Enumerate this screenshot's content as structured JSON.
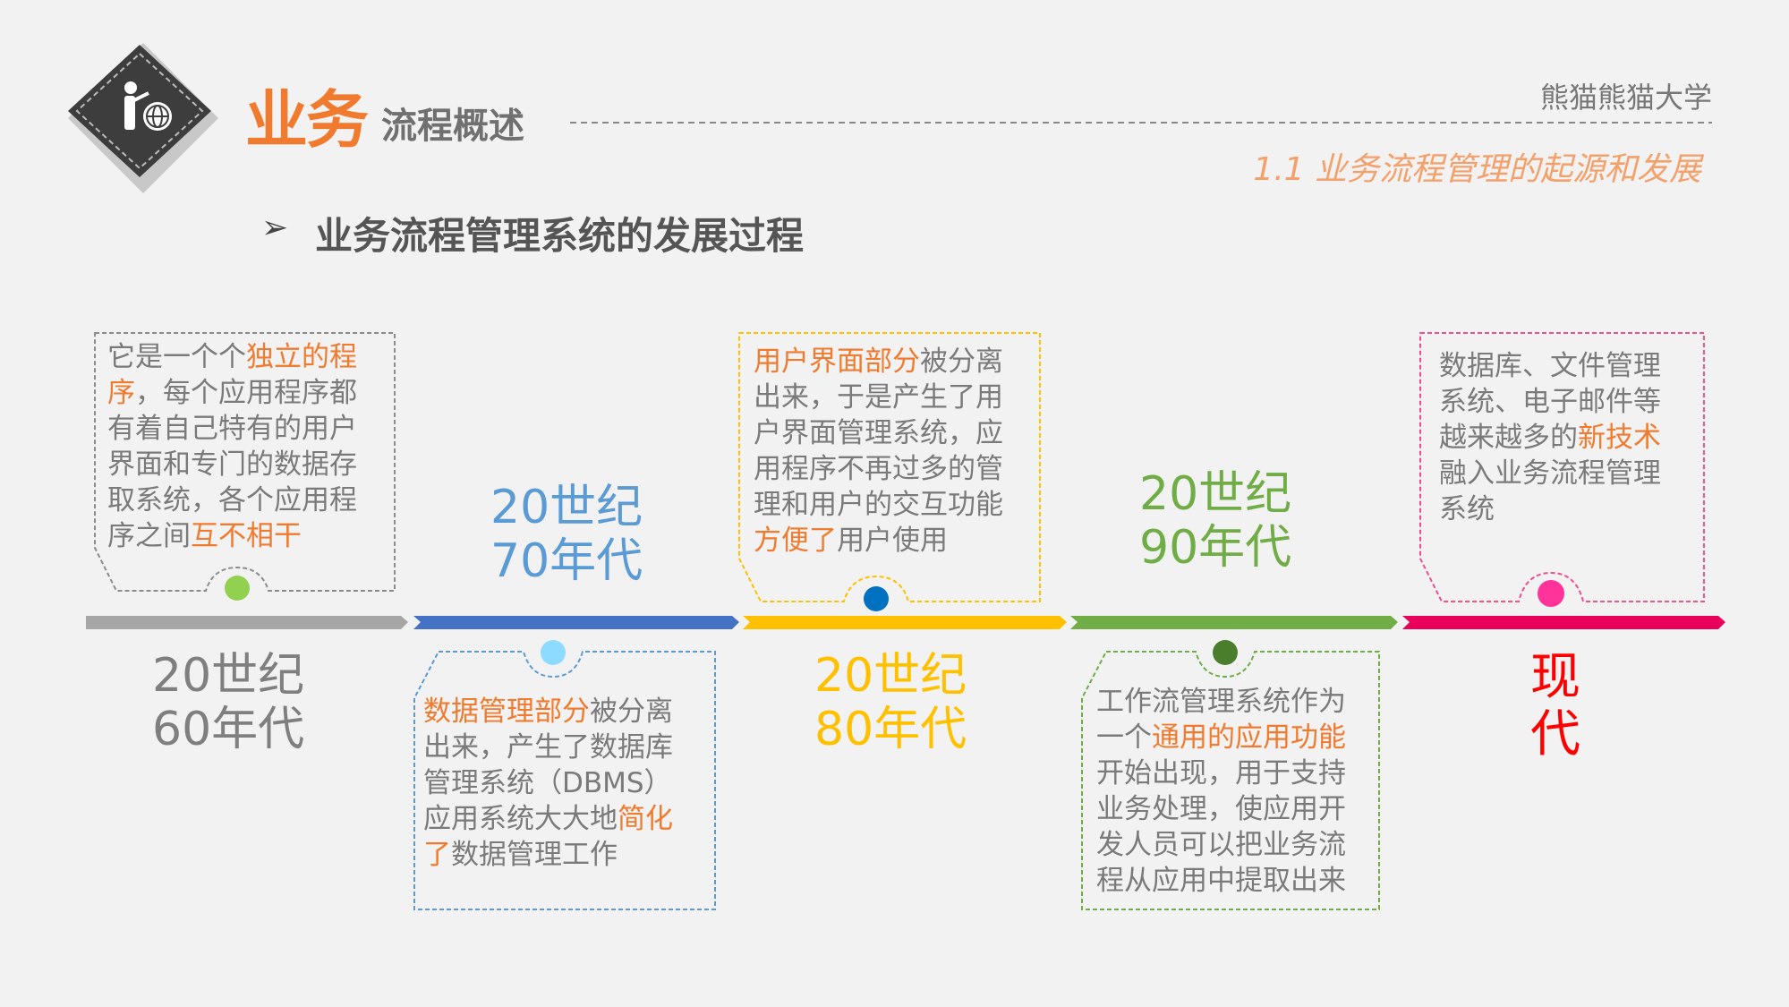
{
  "header": {
    "title_main": "业务",
    "title_sub": "流程概述",
    "brand": "熊猫熊猫大学",
    "section": "1.1 业务流程管理的起源和发展",
    "icon": "presenter-globe-icon"
  },
  "heading": {
    "bullet": "➢",
    "text": "业务流程管理系统的发展过程"
  },
  "colors": {
    "accent": "#f07b2f",
    "gray": "#a6a6a6",
    "blue": "#4472c4",
    "yellow": "#ffc000",
    "green": "#70ad47",
    "pink": "#e8005a"
  },
  "eras": [
    {
      "line1": "20世纪",
      "line2": "60年代",
      "color": "#7f7f7f"
    },
    {
      "line1": "20世纪",
      "line2": "70年代",
      "color": "#5b9bd5"
    },
    {
      "line1": "20世纪",
      "line2": "80年代",
      "color": "#ffc000"
    },
    {
      "line1": "20世纪",
      "line2": "90年代",
      "color": "#70ad47"
    },
    {
      "line1": "现",
      "line2": "代",
      "color": "#ff0000"
    }
  ],
  "boxes": [
    {
      "lines": [
        [
          {
            "t": "它是一个个"
          },
          {
            "t": "独立的程",
            "hl": true
          }
        ],
        [
          {
            "t": "序",
            "hl": true
          },
          {
            "t": "，每个应用程序都"
          }
        ],
        [
          {
            "t": "有着自己特有的用户"
          }
        ],
        [
          {
            "t": "界面和专门的数据存"
          }
        ],
        [
          {
            "t": "取系统，各个应用程"
          }
        ],
        [
          {
            "t": "序之间"
          },
          {
            "t": "互不相干",
            "hl": true
          }
        ]
      ]
    },
    {
      "lines": [
        [
          {
            "t": "数据管理部分",
            "hl": true
          },
          {
            "t": "被分离"
          }
        ],
        [
          {
            "t": "出来，产生了数据库"
          }
        ],
        [
          {
            "t": "管理系统（DBMS）"
          }
        ],
        [
          {
            "t": "应用系统大大地"
          },
          {
            "t": "简化",
            "hl": true
          }
        ],
        [
          {
            "t": "了",
            "hl": true
          },
          {
            "t": "数据管理工作"
          }
        ]
      ]
    },
    {
      "lines": [
        [
          {
            "t": "用户界面部分",
            "hl": true
          },
          {
            "t": "被分离"
          }
        ],
        [
          {
            "t": "出来，于是产生了用"
          }
        ],
        [
          {
            "t": "户界面管理系统，应"
          }
        ],
        [
          {
            "t": "用程序不再过多的管"
          }
        ],
        [
          {
            "t": "理和用户的交互功能"
          }
        ],
        [
          {
            "t": "方便了",
            "hl": true
          },
          {
            "t": "用户使用"
          }
        ]
      ]
    },
    {
      "lines": [
        [
          {
            "t": "工作流管理系统作为"
          }
        ],
        [
          {
            "t": "一个"
          },
          {
            "t": "通用的应用功能",
            "hl": true
          }
        ],
        [
          {
            "t": "开始出现，用于支持"
          }
        ],
        [
          {
            "t": "业务处理，使应用开"
          }
        ],
        [
          {
            "t": "发人员可以把业务流"
          }
        ],
        [
          {
            "t": "程从应用中提取出来"
          }
        ]
      ]
    },
    {
      "lines": [
        [
          {
            "t": "数据库、文件管理"
          }
        ],
        [
          {
            "t": "系统、电子邮件等"
          }
        ],
        [
          {
            "t": "越来越多的"
          },
          {
            "t": "新技术",
            "hl": true
          }
        ],
        [
          {
            "t": "融入业务流程管理"
          }
        ],
        [
          {
            "t": "系统"
          }
        ]
      ]
    }
  ]
}
